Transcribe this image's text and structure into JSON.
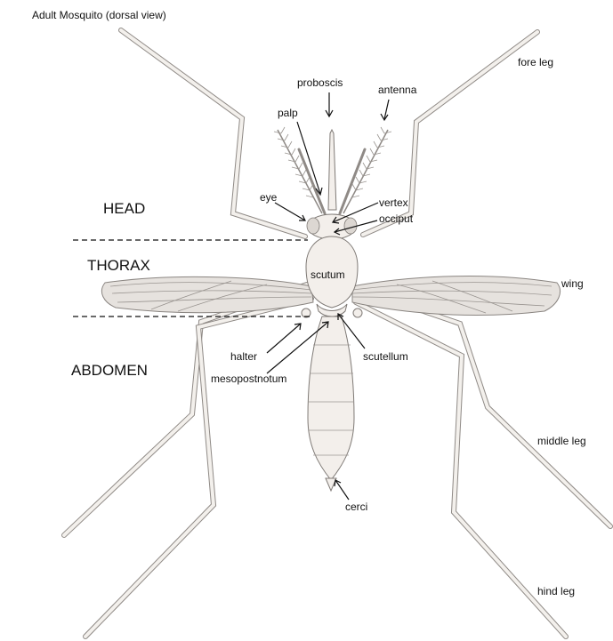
{
  "title": "Adult Mosquito (dorsal view)",
  "regions": {
    "head": "HEAD",
    "thorax": "THORAX",
    "abdomen": "ABDOMEN"
  },
  "labels": {
    "proboscis": "proboscis",
    "antenna": "antenna",
    "palp": "palp",
    "eye": "eye",
    "vertex": "vertex",
    "occiput": "occiput",
    "scutum": "scutum",
    "wing": "wing",
    "halter": "halter",
    "scutellum": "scutellum",
    "mesopostnotum": "mesopostnotum",
    "cerci": "cerci",
    "fore_leg": "fore leg",
    "middle_leg": "middle leg",
    "hind_leg": "hind leg"
  }
}
